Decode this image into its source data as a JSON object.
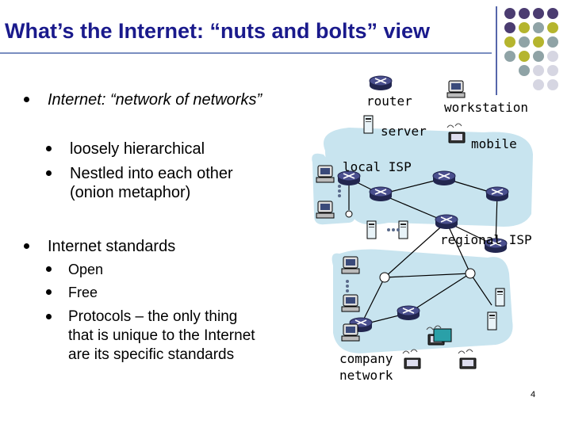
{
  "slide": {
    "title": "What’s the Internet: “nuts and bolts” view",
    "page_number": "4"
  },
  "bullets": {
    "internet_italic": "Internet:",
    "internet_rest": " “network of networks”",
    "loosely": "loosely hierarchical",
    "nestled_1": "Nestled into each other",
    "nestled_2": "(onion metaphor)",
    "standards": "Internet standards",
    "open": "Open",
    "free": "Free",
    "protocols_1": "Protocols – the only thing",
    "protocols_2": "that is unique to the Internet",
    "protocols_3": "are its specific standards"
  },
  "diagram": {
    "router": "router",
    "workstation": "workstation",
    "server": "server",
    "mobile": "mobile",
    "local_isp": "local ISP",
    "regional_isp": "regional ISP",
    "company_1": "company",
    "company_2": "network"
  },
  "colors": {
    "title": "#1a1a8c",
    "isp_cloud": "#c8e4ef",
    "router_fill": "#3a3f7a",
    "dot_purple": "#4b3c71",
    "dot_olive": "#b5b52e",
    "dot_gray": "#8fa3a6",
    "dot_light": "#d6d6e2"
  }
}
